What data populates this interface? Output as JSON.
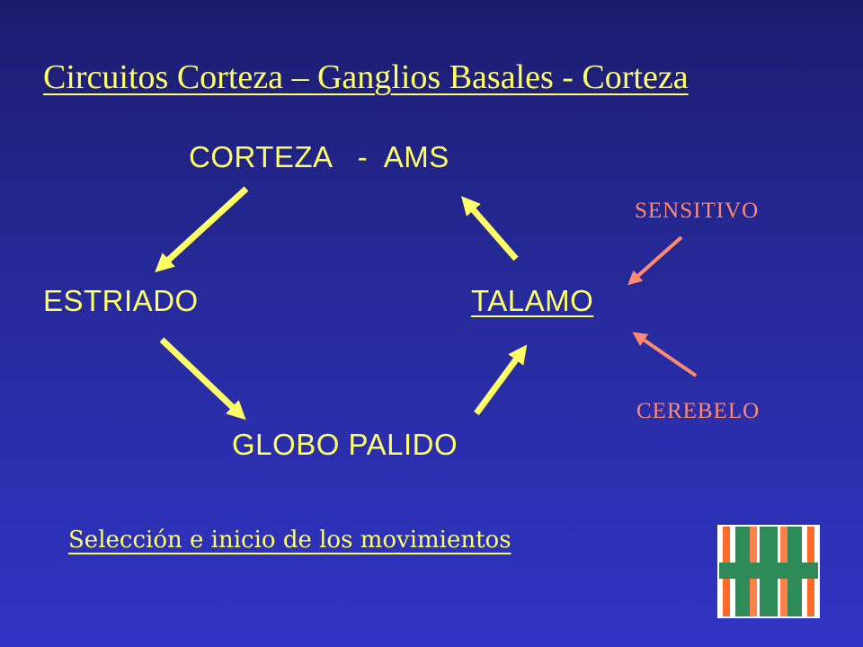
{
  "title": "Circuitos Corteza – Ganglios Basales - Corteza",
  "nodes": {
    "corteza": "CORTEZA   -  AMS",
    "estriado": "ESTRIADO",
    "talamo": "TALAMO",
    "globo_palido": "GLOBO PALIDO"
  },
  "inputs": {
    "sensitivo": "SENSITIVO",
    "cerebelo": "CEREBELO"
  },
  "caption": "Selección e inicio de los movimientos",
  "colors": {
    "text": "#ffff66",
    "arrow_main": "#ffff66",
    "arrow_input": "#ff8a70",
    "background": "#262a9a"
  },
  "logo": {
    "icon": "green-cross-logo",
    "colors": [
      "#2e8b57",
      "#ff6a2a",
      "#ffffff"
    ]
  }
}
